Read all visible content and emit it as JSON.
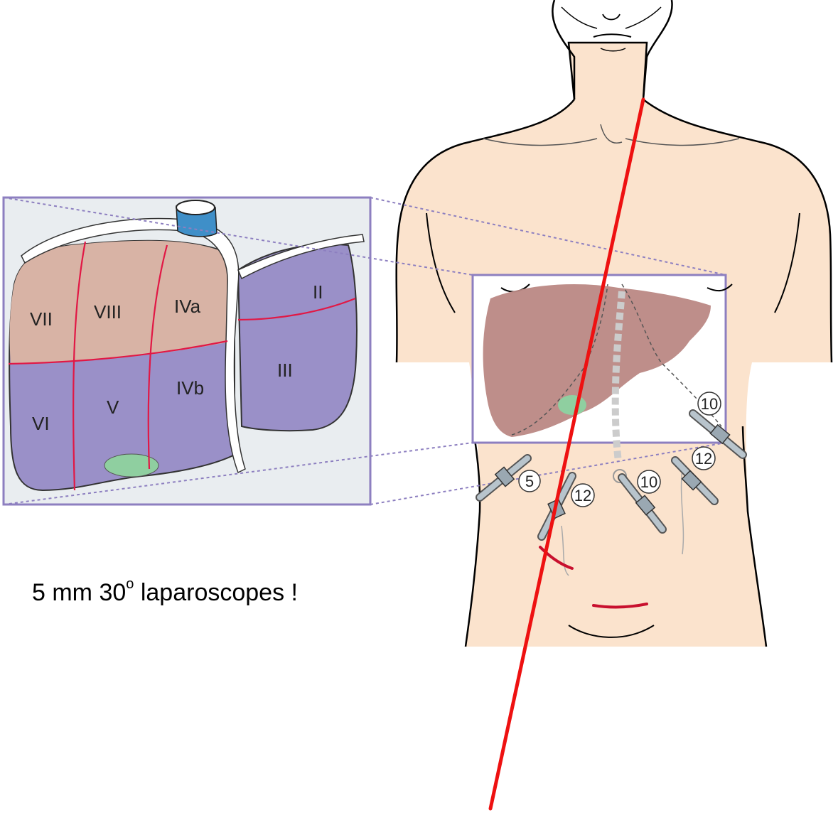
{
  "liver_segments": {
    "vii": "VII",
    "viii": "VIII",
    "iva": "IVa",
    "ii": "II",
    "vi": "VI",
    "v": "V",
    "ivb": "IVb",
    "iii": "III"
  },
  "ports": {
    "p5": "5",
    "p12_left": "12",
    "p10_center": "10",
    "p12_right": "12",
    "p10_right": "10"
  },
  "caption": {
    "lead": "5 mm 30",
    "degree": "o",
    "tail": " laparoscopes !"
  },
  "colors": {
    "skin": "#fbe3cd",
    "liver_upper": "#d8b3a5",
    "liver_lower": "#9a90c8",
    "liver_body": "#bb8884",
    "frame": "#8d7fc0",
    "panel_bg": "#e9edf0",
    "segment_line": "#e11845",
    "incision": "#c8102e",
    "axis_line": "#ee1111",
    "gallbladder": "#8fcfa0",
    "vena_cava": "#3f8fc8"
  }
}
